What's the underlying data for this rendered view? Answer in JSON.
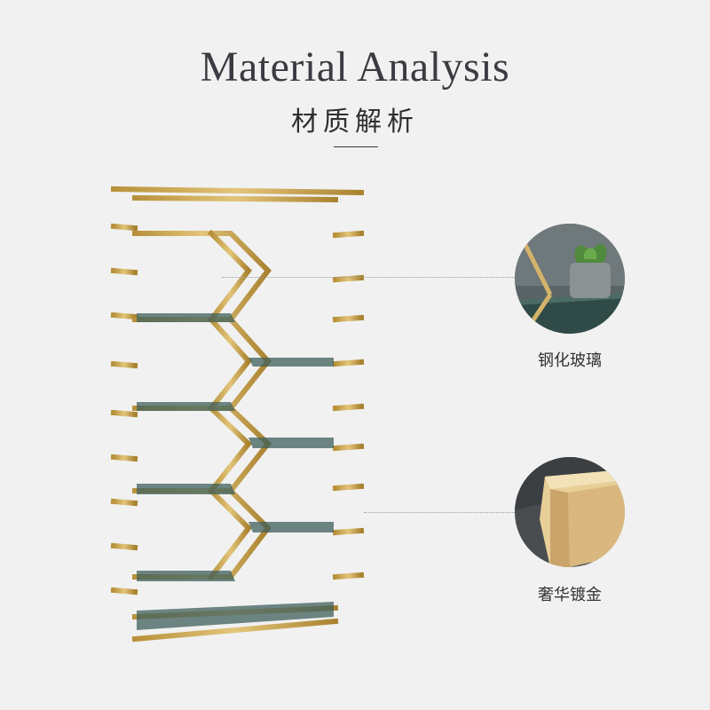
{
  "header": {
    "title": "Material Analysis",
    "subtitle": "材质解析"
  },
  "details": [
    {
      "label": "钢化玻璃",
      "icon": "tempered-glass-icon"
    },
    {
      "label": "奢华镀金",
      "icon": "gold-plating-icon"
    }
  ],
  "colors": {
    "background": "#f1f1f1",
    "gold": "#c9a24a",
    "glass": "#3c5a57",
    "text": "#333333"
  }
}
